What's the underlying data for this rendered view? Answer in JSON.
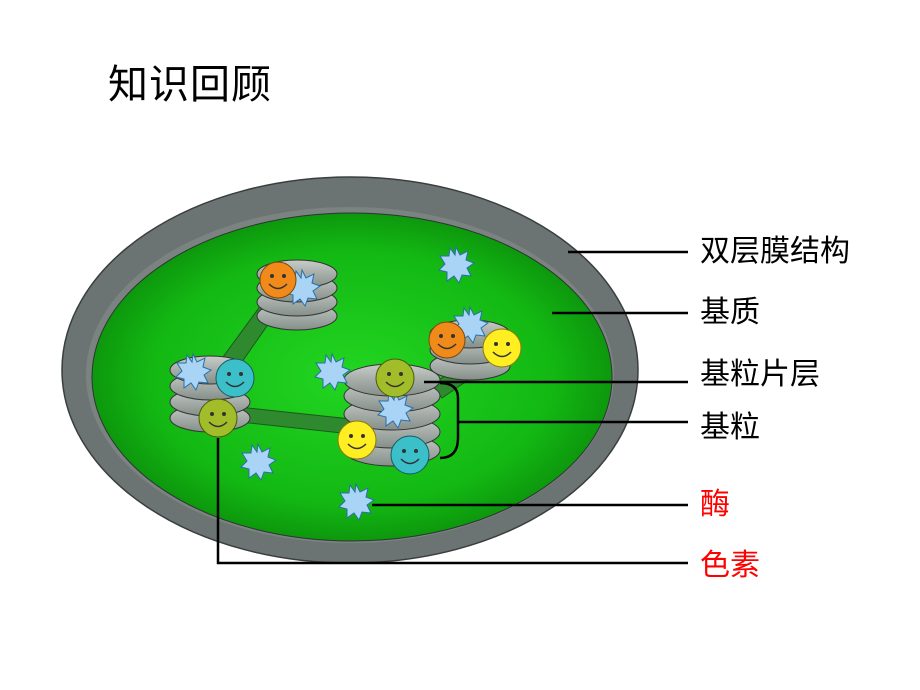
{
  "page": {
    "title": "知识回顾"
  },
  "labels": [
    {
      "id": "double-membrane",
      "text": "双层膜结构",
      "color": "#000000"
    },
    {
      "id": "stroma",
      "text": "基质",
      "color": "#000000"
    },
    {
      "id": "thylakoid-lamella",
      "text": "基粒片层",
      "color": "#000000"
    },
    {
      "id": "granum",
      "text": "基粒",
      "color": "#000000"
    },
    {
      "id": "enzyme",
      "text": "酶",
      "color": "#ff0000"
    },
    {
      "id": "pigment",
      "text": "色素",
      "color": "#ff0000"
    }
  ],
  "colors": {
    "outer_membrane": "#6b7473",
    "stroma_green": "#18c418",
    "stroma_dark": "#0a8a0a",
    "granum_gray": "#9aa39e",
    "lamella_green": "#2f8a2f",
    "enzyme_blue": "#a9d4f5",
    "pigment_orange": "#f08a1a",
    "pigment_cyan": "#3bbfc8",
    "pigment_olive": "#a2bd2a",
    "pigment_yellow": "#ffee22"
  },
  "icons": {
    "enzyme": "starburst-icon",
    "pigment": "smiley-face-icon"
  }
}
